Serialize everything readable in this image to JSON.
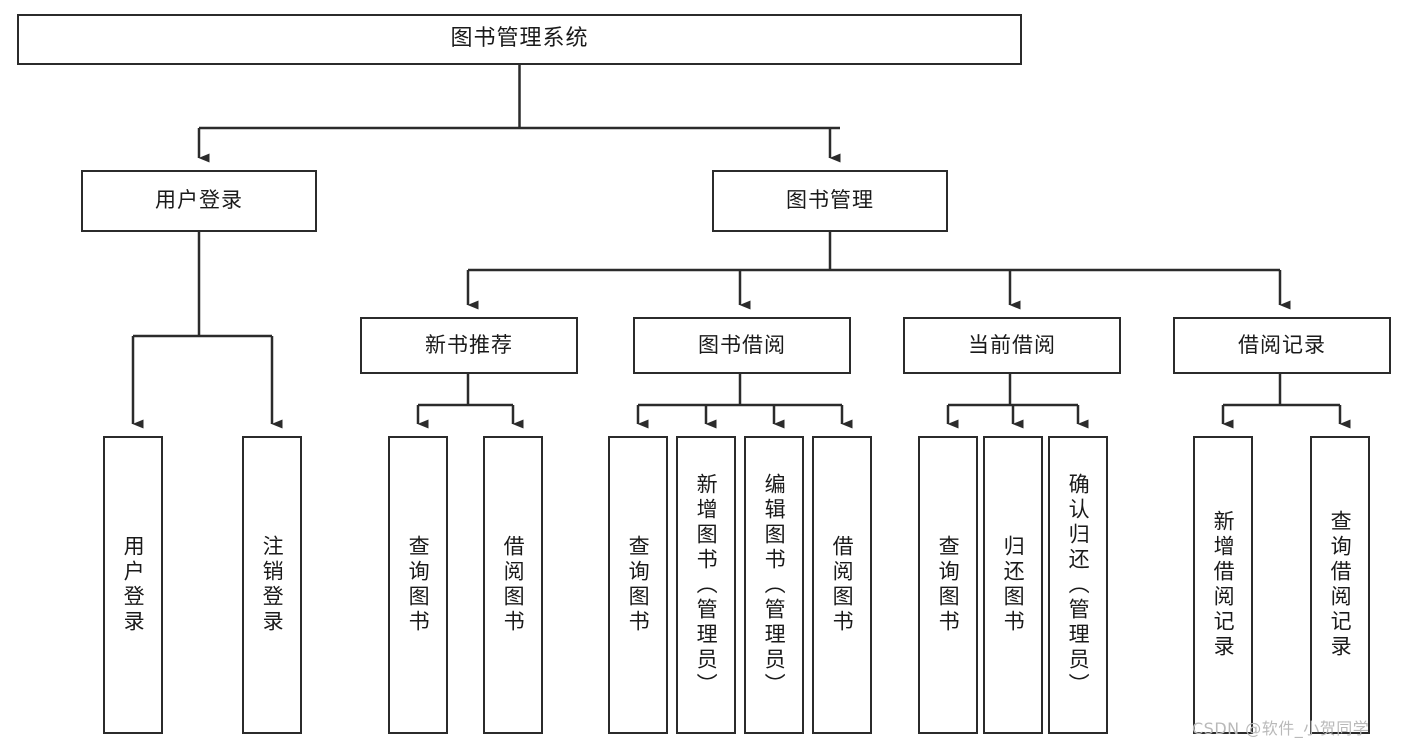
{
  "diagram": {
    "title": "图书管理系统",
    "type": "tree-hierarchy-diagram",
    "colors": {
      "box_border": "#2b2b2b",
      "box_fill": "#ffffff",
      "connector": "#2b2b2b",
      "watermark": "#b9b9b9",
      "page_background": "#ffffff"
    },
    "root": {
      "id": "root",
      "label": "图书管理系统"
    },
    "level2": [
      {
        "id": "user-login",
        "label": "用户登录"
      },
      {
        "id": "book-management",
        "label": "图书管理"
      }
    ],
    "level3": [
      {
        "id": "new-book-recommend",
        "label": "新书推荐"
      },
      {
        "id": "book-borrow",
        "label": "图书借阅"
      },
      {
        "id": "current-borrow",
        "label": "当前借阅"
      },
      {
        "id": "borrow-record",
        "label": "借阅记录"
      }
    ],
    "leaves": {
      "user_login": [
        {
          "id": "leaf-user-login",
          "label": "用户登录"
        },
        {
          "id": "leaf-logout-login",
          "label": "注销登录"
        }
      ],
      "new_book_recommend": [
        {
          "id": "leaf-query-book-1",
          "label": "查询图书"
        },
        {
          "id": "leaf-borrow-book-1",
          "label": "借阅图书"
        }
      ],
      "book_borrow": [
        {
          "id": "leaf-query-book-2",
          "label": "查询图书"
        },
        {
          "id": "leaf-add-book",
          "label": "新增图书（管理员）"
        },
        {
          "id": "leaf-edit-book",
          "label": "编辑图书（管理员）"
        },
        {
          "id": "leaf-borrow-book-2",
          "label": "借阅图书"
        }
      ],
      "current_borrow": [
        {
          "id": "leaf-query-book-3",
          "label": "查询图书"
        },
        {
          "id": "leaf-return-book",
          "label": "归还图书"
        },
        {
          "id": "leaf-confirm-return",
          "label": "确认归还（管理员）"
        }
      ],
      "borrow_record": [
        {
          "id": "leaf-add-record",
          "label": "新增借阅记录"
        },
        {
          "id": "leaf-query-record",
          "label": "查询借阅记录"
        }
      ]
    }
  },
  "watermark": {
    "text": "CSDN @软件_小贺同学"
  }
}
